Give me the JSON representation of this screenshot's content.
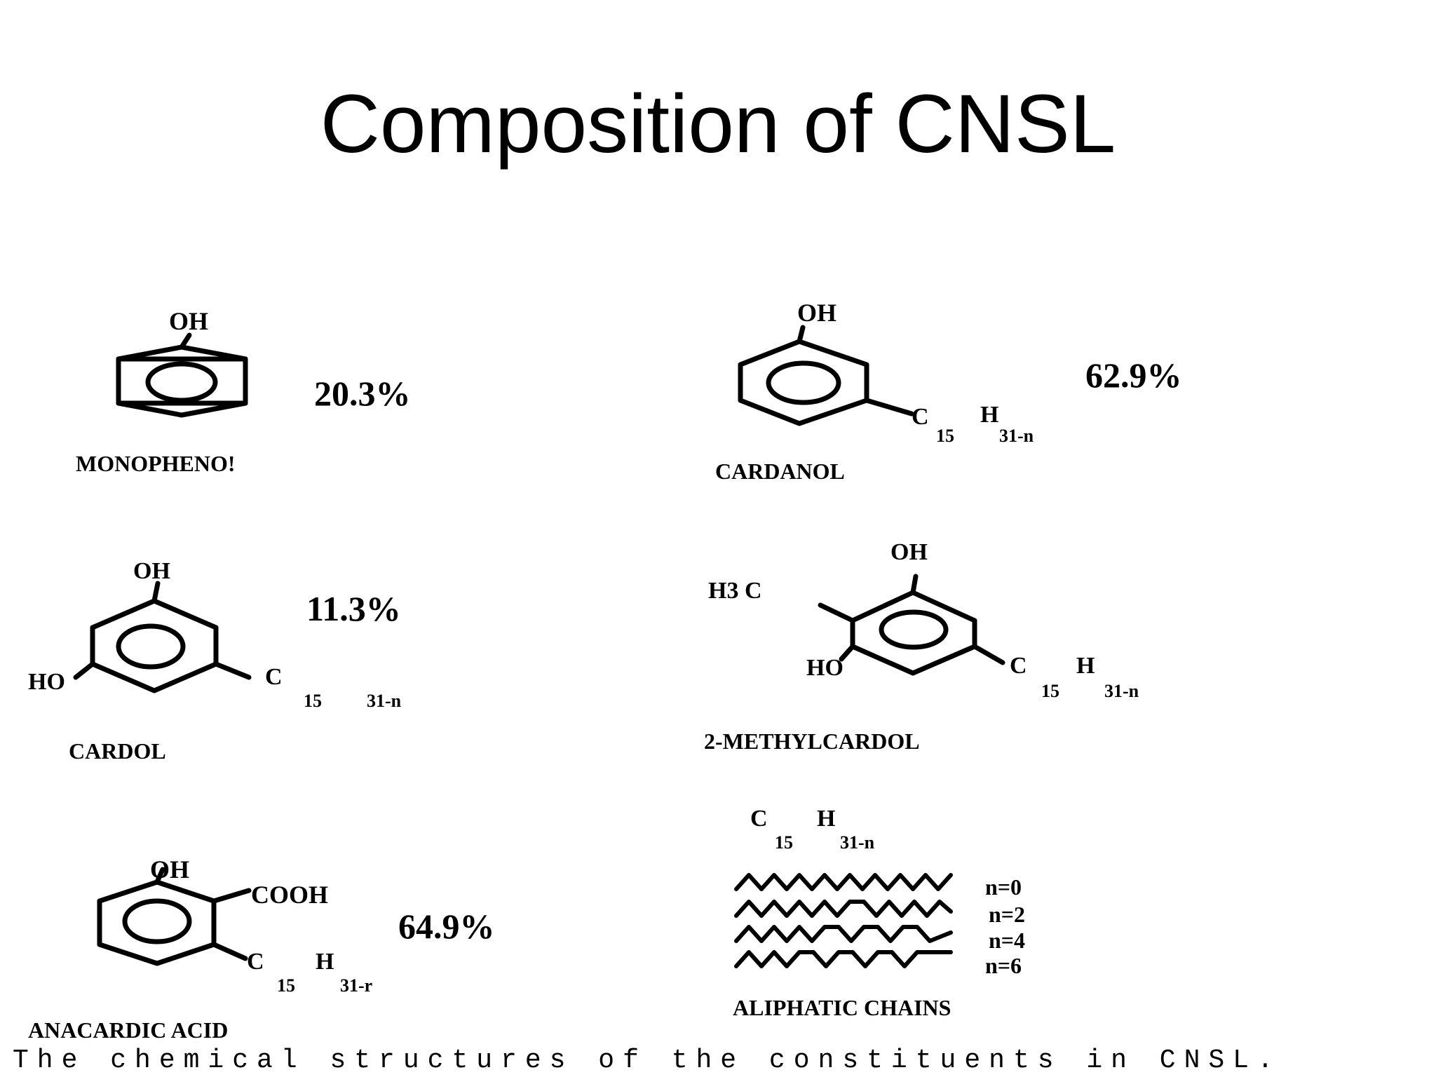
{
  "title": "Composition of CNSL",
  "caption": "The chemical structures of the constituents in CNSL.",
  "compounds": [
    {
      "name": "MONOPHENO!",
      "percent": "20.3%",
      "oh": "OH"
    },
    {
      "name": "CARDANOL",
      "percent": "62.9%",
      "oh": "OH",
      "c": "C",
      "c_sub": "15",
      "h": "H",
      "h_sub": "31-n"
    },
    {
      "name": "CARDOL",
      "percent": "11.3%",
      "oh": "OH",
      "ho": "HO",
      "c": "C",
      "c_sub": "15",
      "h_sub": "31-n"
    },
    {
      "name": "2-METHYLCARDOL",
      "oh": "OH",
      "ho": "HO",
      "h3c": "H3 C",
      "c": "C",
      "h": "H",
      "c_sub": "15",
      "h_sub": "31-n"
    },
    {
      "name": "ANACARDIC ACID",
      "percent": "64.9%",
      "oh": "OH",
      "cooh": "COOH",
      "c": "C",
      "h": "H",
      "c_sub": "15",
      "h_sub": "31-r"
    },
    {
      "name": "ALIPHATIC CHAINS",
      "c": "C",
      "h": "H",
      "c_sub": "15",
      "h_sub": "31-n",
      "chains": [
        "n=0",
        "n=2",
        "n=4",
        "n=6"
      ]
    }
  ]
}
